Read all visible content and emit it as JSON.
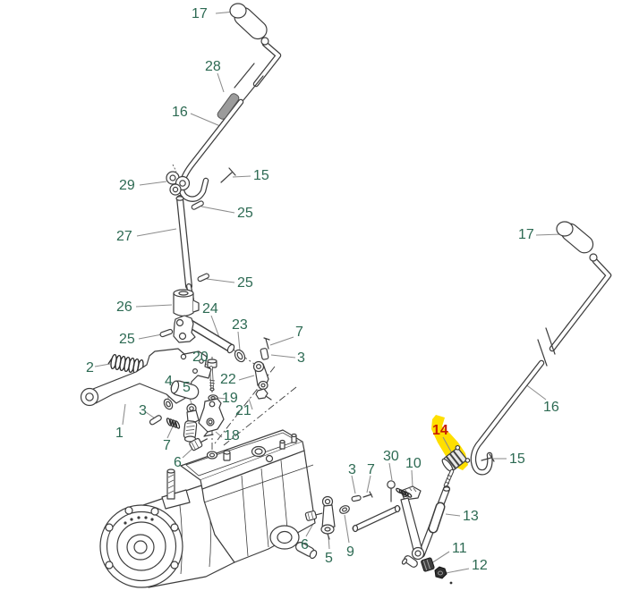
{
  "app": {
    "type": "exploded-parts-diagram",
    "subject": "gear-shift-lever-and-transmission-linkage",
    "selected_part": "14"
  },
  "colors": {
    "background": "#ffffff",
    "line": "#3d3d3d",
    "leader": "#8c8c8c",
    "label": "#2d6a53",
    "highlight_fill": "#ffdf00",
    "highlight_label": "#c81e00"
  },
  "labels": [
    {
      "part": "17",
      "text": "17"
    },
    {
      "part": "28",
      "text": "28"
    },
    {
      "part": "16",
      "text": "16"
    },
    {
      "part": "15",
      "text": "15"
    },
    {
      "part": "29",
      "text": "29"
    },
    {
      "part": "25",
      "text": "25"
    },
    {
      "part": "27",
      "text": "27"
    },
    {
      "part": "25",
      "text": "25"
    },
    {
      "part": "26",
      "text": "26"
    },
    {
      "part": "24",
      "text": "24"
    },
    {
      "part": "23",
      "text": "23"
    },
    {
      "part": "7",
      "text": "7"
    },
    {
      "part": "3",
      "text": "3"
    },
    {
      "part": "25",
      "text": "25"
    },
    {
      "part": "2",
      "text": "2"
    },
    {
      "part": "20",
      "text": "20"
    },
    {
      "part": "22",
      "text": "22"
    },
    {
      "part": "19",
      "text": "19"
    },
    {
      "part": "4",
      "text": "4"
    },
    {
      "part": "5",
      "text": "5"
    },
    {
      "part": "3",
      "text": "3"
    },
    {
      "part": "21",
      "text": "21"
    },
    {
      "part": "1",
      "text": "1"
    },
    {
      "part": "18",
      "text": "18"
    },
    {
      "part": "7",
      "text": "7"
    },
    {
      "part": "6",
      "text": "6"
    },
    {
      "part": "17",
      "text": "17"
    },
    {
      "part": "16",
      "text": "16"
    },
    {
      "part": "14",
      "text": "14",
      "highlighted": true
    },
    {
      "part": "15",
      "text": "15"
    },
    {
      "part": "30",
      "text": "30"
    },
    {
      "part": "10",
      "text": "10"
    },
    {
      "part": "3",
      "text": "3"
    },
    {
      "part": "7",
      "text": "7"
    },
    {
      "part": "13",
      "text": "13"
    },
    {
      "part": "11",
      "text": "11"
    },
    {
      "part": "12",
      "text": "12"
    },
    {
      "part": "6",
      "text": "6"
    },
    {
      "part": "5",
      "text": "5"
    },
    {
      "part": "9",
      "text": "9"
    }
  ]
}
